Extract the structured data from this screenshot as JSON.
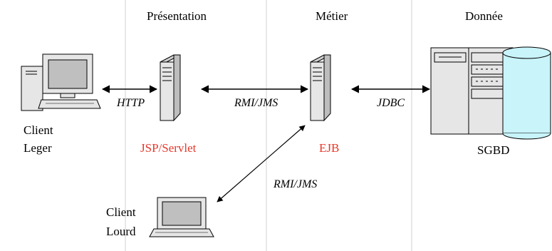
{
  "tiers": {
    "presentation": "Présentation",
    "metier": "Métier",
    "donnee": "Donnée"
  },
  "nodes": {
    "client_leger": [
      "Client",
      "Leger"
    ],
    "jsp_servlet": "JSP/Servlet",
    "ejb": "EJB",
    "sgbd": "SGBD",
    "client_lourd": [
      "Client",
      "Lourd"
    ]
  },
  "protocols": {
    "http": "HTTP",
    "rmi_jms_server": "RMI/JMS",
    "jdbc": "JDBC",
    "rmi_jms_lourd": "RMI/JMS"
  },
  "colors": {
    "component_label": "#e8382a",
    "tier_divider": "#d0d0d0",
    "connector": "#000000",
    "device_body": "#e6e6e6",
    "screen": "#bfbfbf",
    "database_fill": "#c8f4fa"
  },
  "icons": {
    "client_leger": "desktop-computer-icon",
    "jsp_servlet": "server-tower-icon",
    "ejb": "server-tower-icon",
    "sgbd": "database-server-icon",
    "client_lourd": "laptop-icon"
  }
}
